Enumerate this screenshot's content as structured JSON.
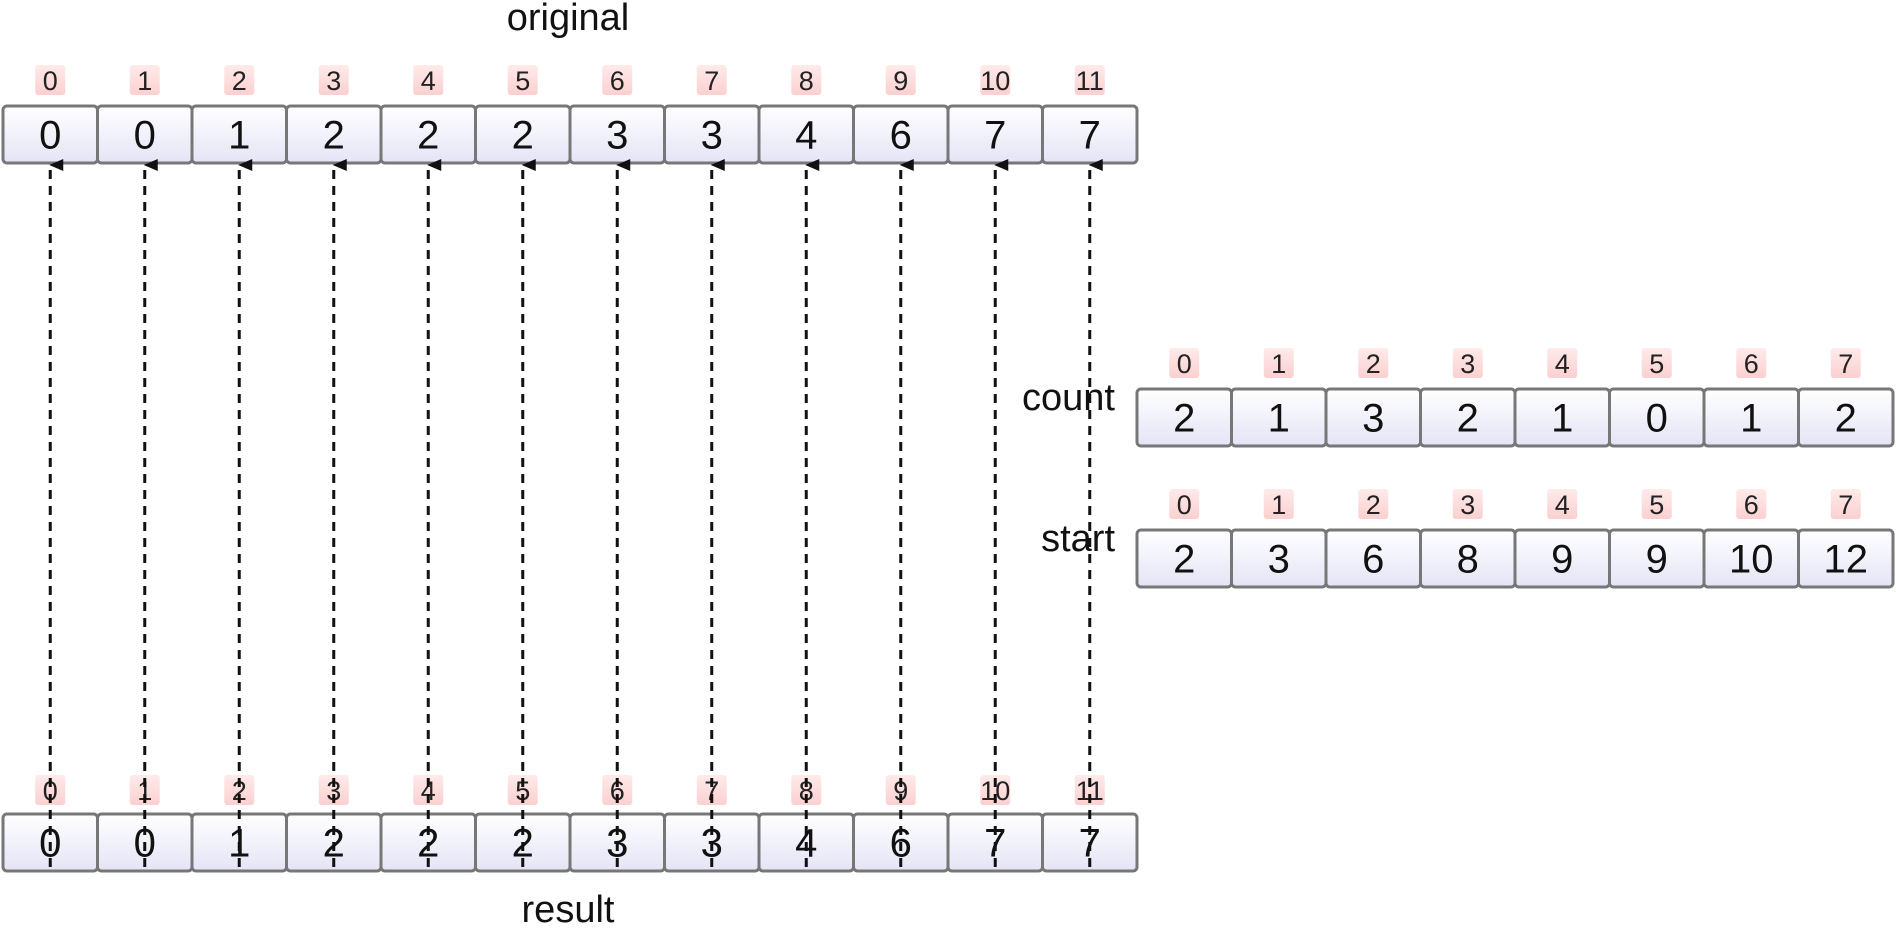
{
  "labels": {
    "original": "original",
    "result": "result",
    "count": "count",
    "start": "start"
  },
  "arrays": {
    "original": {
      "indices": [
        "0",
        "1",
        "2",
        "3",
        "4",
        "5",
        "6",
        "7",
        "8",
        "9",
        "10",
        "11"
      ],
      "values": [
        "0",
        "0",
        "1",
        "2",
        "2",
        "2",
        "3",
        "3",
        "4",
        "6",
        "7",
        "7"
      ]
    },
    "result": {
      "indices": [
        "0",
        "1",
        "2",
        "3",
        "4",
        "5",
        "6",
        "7",
        "8",
        "9",
        "10",
        "11"
      ],
      "values": [
        "0",
        "0",
        "1",
        "2",
        "2",
        "2",
        "3",
        "3",
        "4",
        "6",
        "7",
        "7"
      ]
    },
    "count": {
      "indices": [
        "0",
        "1",
        "2",
        "3",
        "4",
        "5",
        "6",
        "7"
      ],
      "values": [
        "2",
        "1",
        "3",
        "2",
        "1",
        "0",
        "1",
        "2"
      ]
    },
    "start": {
      "indices": [
        "0",
        "1",
        "2",
        "3",
        "4",
        "5",
        "6",
        "7"
      ],
      "values": [
        "2",
        "3",
        "6",
        "8",
        "9",
        "9",
        "10",
        "12"
      ]
    }
  },
  "arrows": {
    "from": "result",
    "to": "original",
    "style": "dashed",
    "mapping": [
      "0",
      "1",
      "2",
      "3",
      "4",
      "5",
      "6",
      "7",
      "8",
      "9",
      "10",
      "11"
    ]
  },
  "colors": {
    "cell_top": "#ffffff",
    "cell_bottom": "#e4e4f6",
    "cell_border": "#777777",
    "index_tag_top": "#ffeaea",
    "index_tag_bottom": "#fbd0d0",
    "arrow": "#111111"
  }
}
